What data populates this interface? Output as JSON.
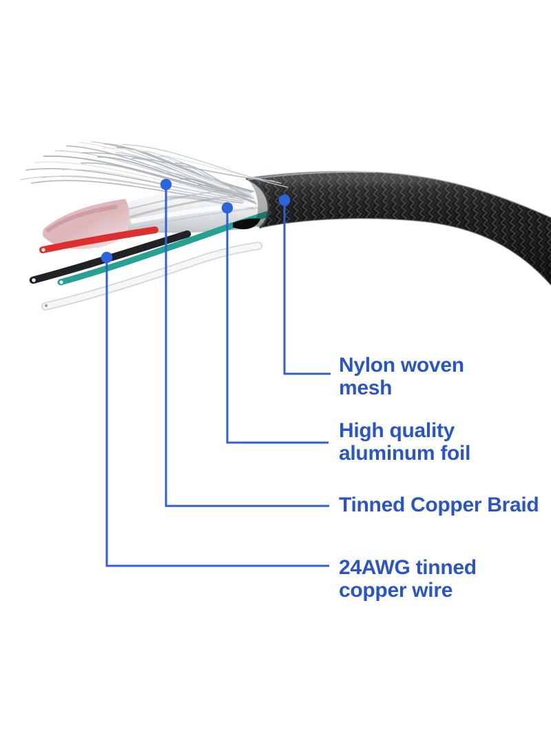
{
  "figure": {
    "name": "cable-cutaway-diagram",
    "description": "Annotated cutaway photo of a braided cable showing its internal layers"
  },
  "callouts": [
    {
      "id": "nylon-woven-mesh",
      "label": "Nylon woven\nmesh",
      "target_layer": "black braided outer sleeve"
    },
    {
      "id": "aluminum-foil",
      "label": "High quality\naluminum foil",
      "target_layer": "silver foil shield"
    },
    {
      "id": "tinned-copper-braid",
      "label": "Tinned Copper Braid",
      "target_layer": "frayed shield strands"
    },
    {
      "id": "copper-wire-24awg",
      "label": "24AWG tinned\ncopper wire",
      "target_layer": "inner insulated conductors"
    }
  ],
  "colors": {
    "background": "#ffffff",
    "label_text": "#2a56c5",
    "callout_line": "#2d60d8",
    "callout_dot": "#2c64e0",
    "mesh_black": "#151515",
    "foil_silver": "#d7dadd",
    "film_pink": "#d9aeb4",
    "wire_red": "#dd2f2f",
    "wire_black": "#202226",
    "wire_teal": "#27a193",
    "wire_white": "#f6f7f8"
  }
}
